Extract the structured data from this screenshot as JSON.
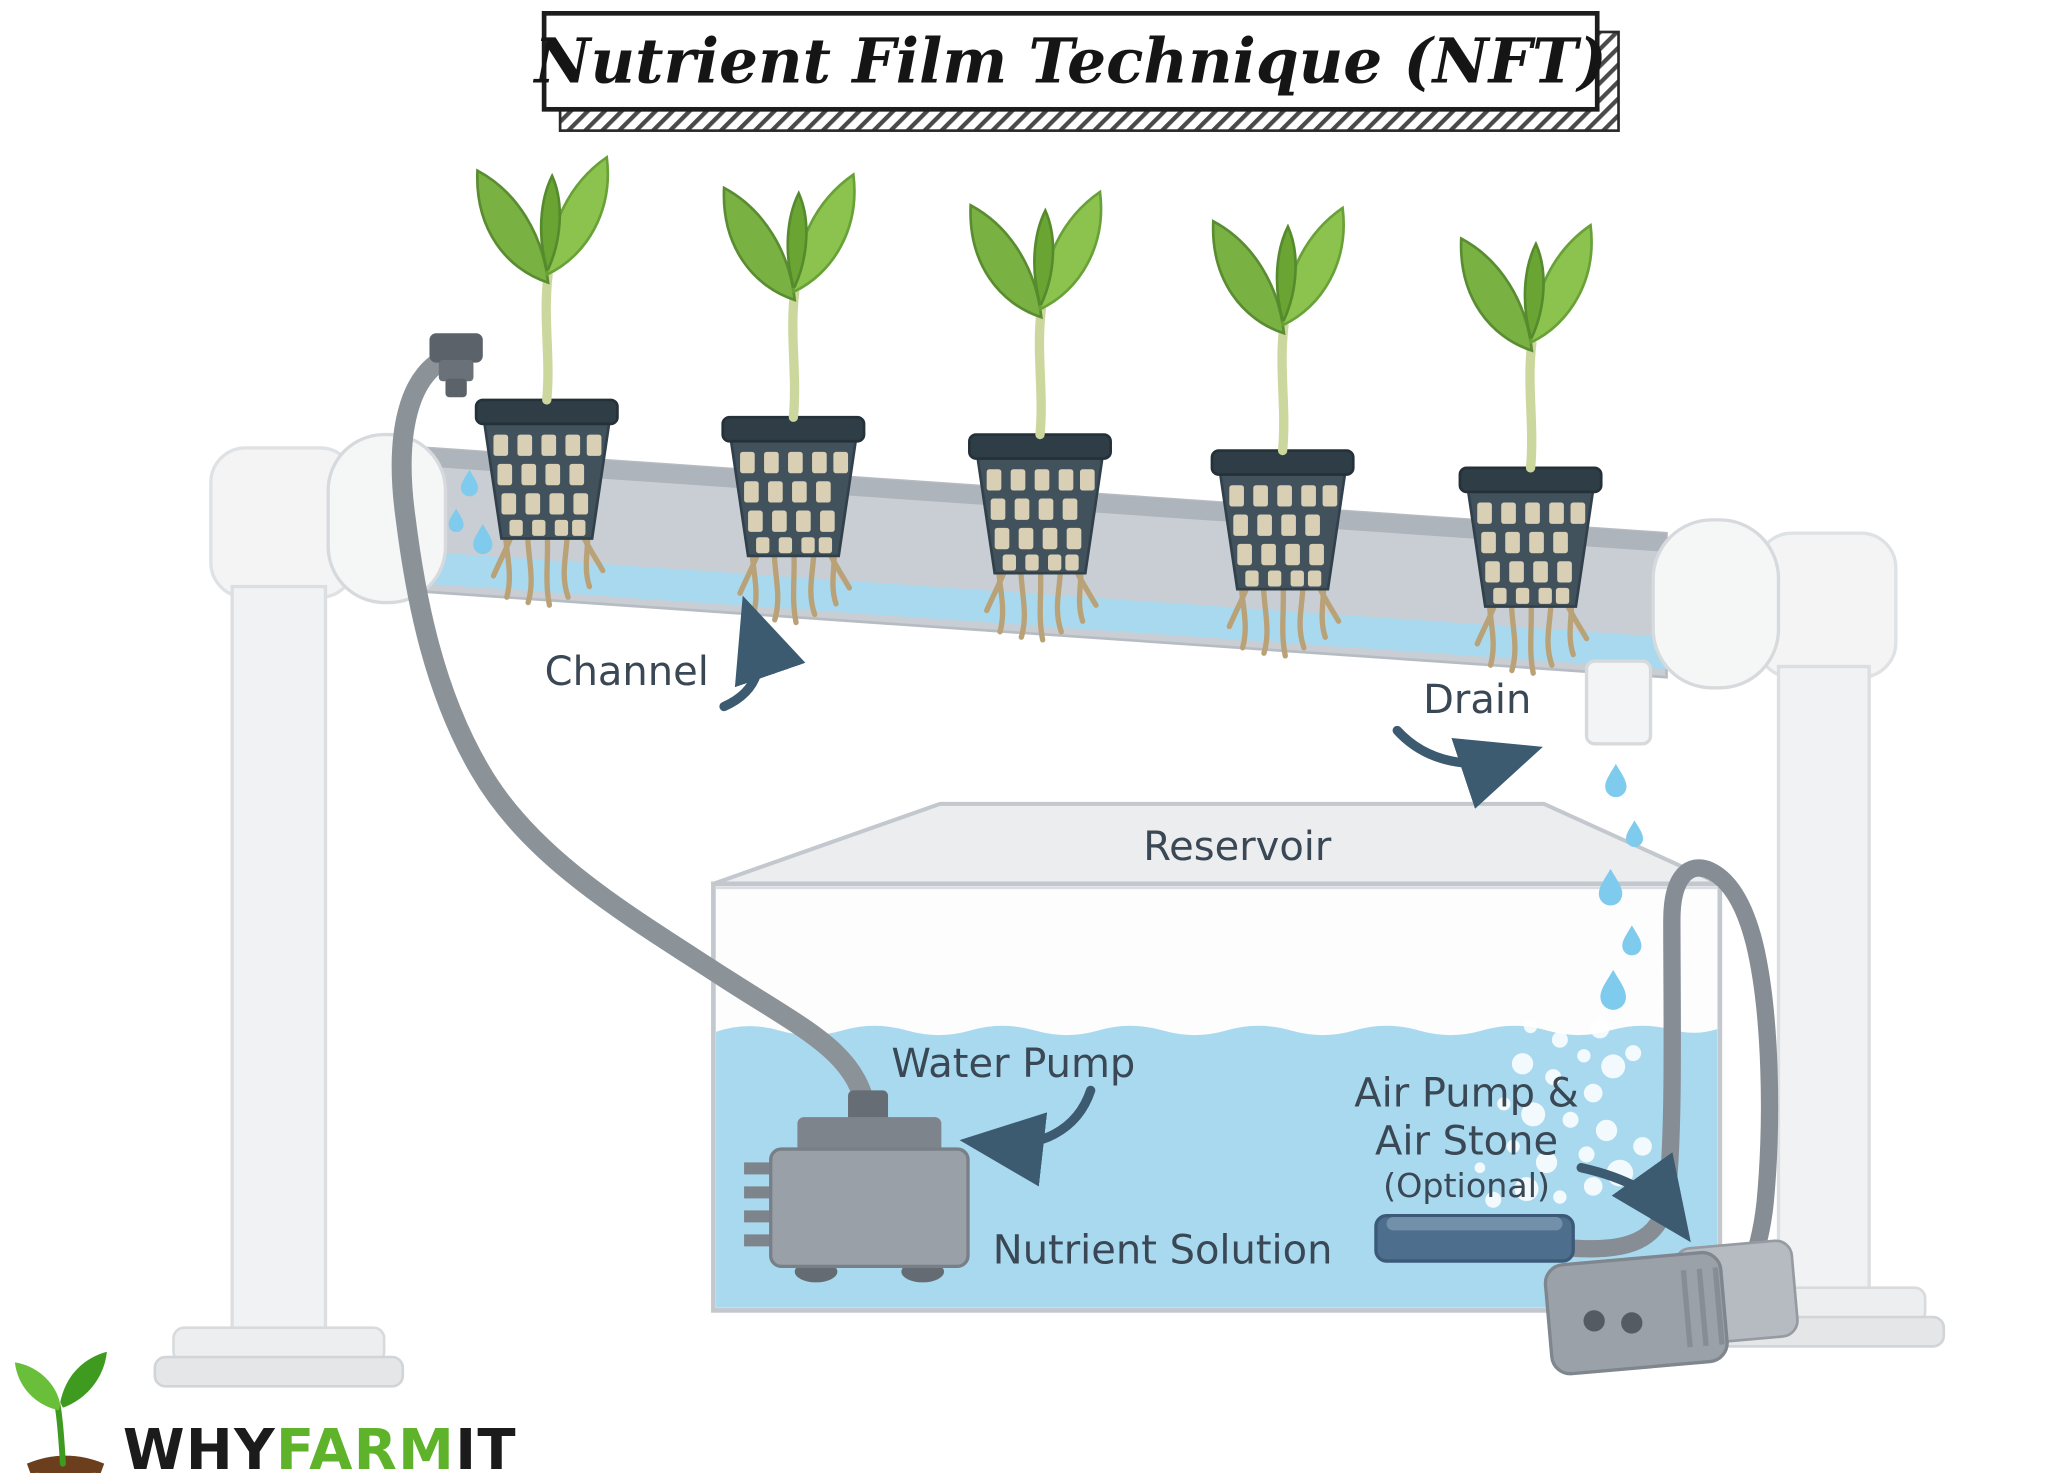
{
  "title": "Nutrient Film Technique (NFT)",
  "labels": {
    "channel": "Channel",
    "drain": "Drain",
    "reservoir": "Reservoir",
    "water_pump": "Water Pump",
    "air_pump_line1": "Air Pump &",
    "air_pump_line2": "Air Stone",
    "air_pump_line3": "(Optional)",
    "nutrient_solution": "Nutrient Solution"
  },
  "logo": {
    "part1": "WHY",
    "part2": "FARM",
    "part3": "IT"
  },
  "diagram": {
    "plant_count": 5
  },
  "colors": {
    "water": "#a9d9ee",
    "drop": "#7ecbee",
    "leaf_green": "#7cb342",
    "pot_gray": "#41525c",
    "channel_gray": "#c9ced4",
    "tube_gray": "#8b9298",
    "arrow": "#3c5a70",
    "label_text": "#3a4754",
    "logo_green": "#5fb32a",
    "air_stone_blue": "#4e6e8e"
  }
}
